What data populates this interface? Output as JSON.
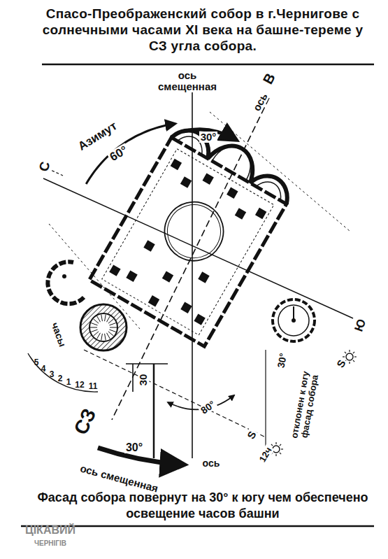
{
  "diagram": {
    "title": "Спасо-Преображенский собор в г.Чернигове с солнечными часами XI века на башне-тереме у СЗ угла собора.",
    "caption": "Фасад собора повёрнут на 30° к югу чем обеспечено освещение часов башни",
    "labels": [
      "ось смещенная",
      "30°",
      "ось",
      "В",
      "Азимут",
      "60°",
      "С",
      "Ю",
      "часы",
      "5",
      "4",
      "3",
      "2",
      "1",
      "12",
      "11",
      "30",
      "СЗ",
      "ось смещенная",
      "30°",
      "ось",
      "80°",
      "S",
      "12ч",
      "30°",
      "отклонен к югу фасад собора",
      "S",
      "ЦІКАВИЙ",
      "ЧЕРНІГІВ"
    ]
  }
}
